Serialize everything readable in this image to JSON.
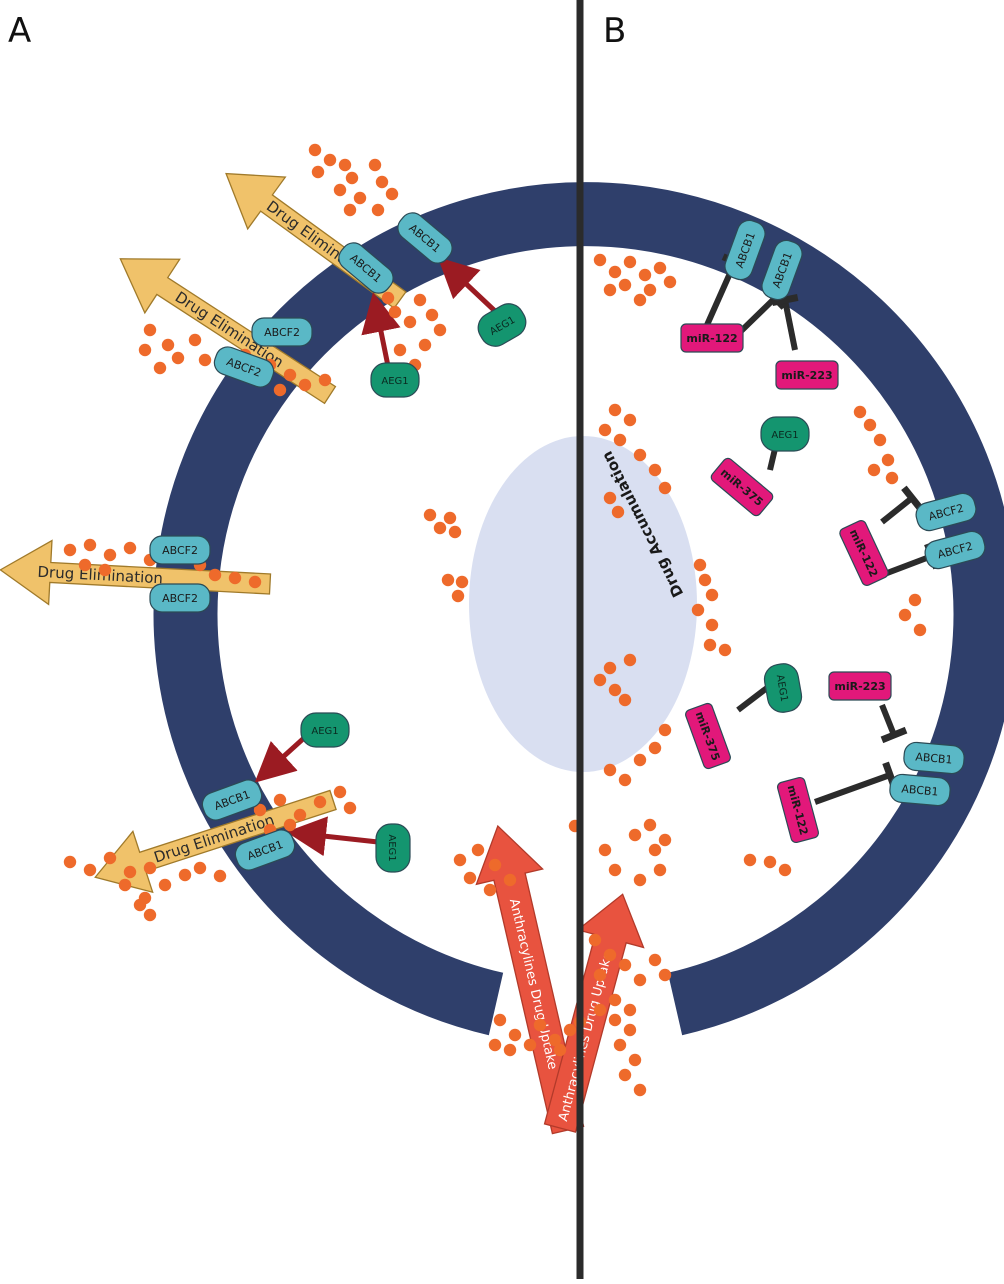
{
  "panels": {
    "a": "A",
    "b": "B"
  },
  "labels": {
    "drug_elimination": "Drug Elimination",
    "drug_accumulation": "Drug Accumulation",
    "drug_uptake": "Anthracylines Drug Uptake",
    "abcb1": "ABCB1",
    "abcf2": "ABCF2",
    "aeg1": "AEG1",
    "mir122": "miR-122",
    "mir223": "miR-223",
    "mir375": "miR-375"
  },
  "colors": {
    "membrane": "#2f3f6b",
    "transporter": "#5ab8c6",
    "aeg1": "#14956f",
    "mirna": "#e2187a",
    "drug": "#ee6a2b",
    "elimination_arrow": "#f0c26a",
    "uptake_arrow": "#e8533f",
    "nucleus": "#d9dff1",
    "activation_arrow": "#9b1b22",
    "inhibition": "#2b2b2b",
    "divider": "#2b2b2b"
  },
  "icons": {
    "inhibition": "t-bar-inhibition-icon",
    "activation": "arrow-head-icon"
  }
}
